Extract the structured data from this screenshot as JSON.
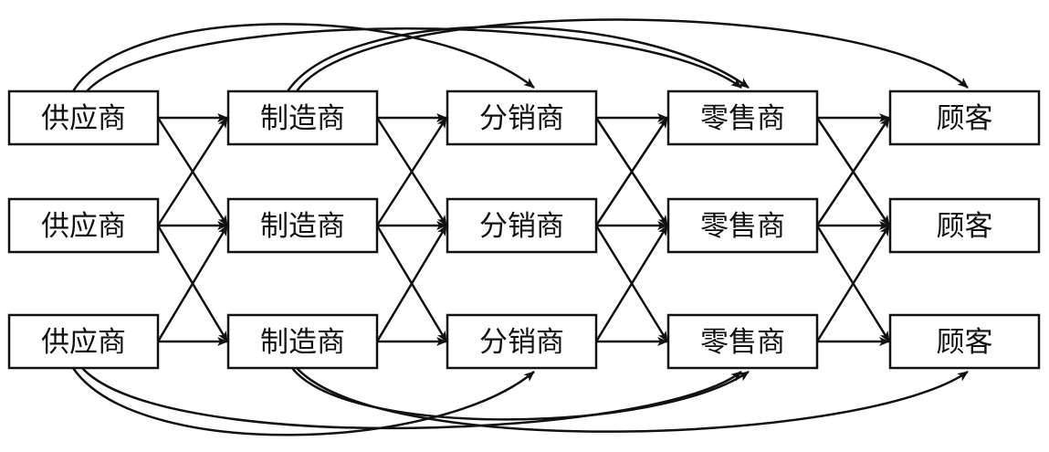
{
  "diagram": {
    "stages": [
      {
        "id": "supplier",
        "label": "供应商"
      },
      {
        "id": "manufacturer",
        "label": "制造商"
      },
      {
        "id": "distributor",
        "label": "分销商"
      },
      {
        "id": "retailer",
        "label": "零售商"
      },
      {
        "id": "customer",
        "label": "顾客"
      }
    ],
    "nodes_per_stage": 3,
    "colors": {
      "line": "#111111",
      "fill": "#ffffff",
      "text": "#111111"
    }
  }
}
